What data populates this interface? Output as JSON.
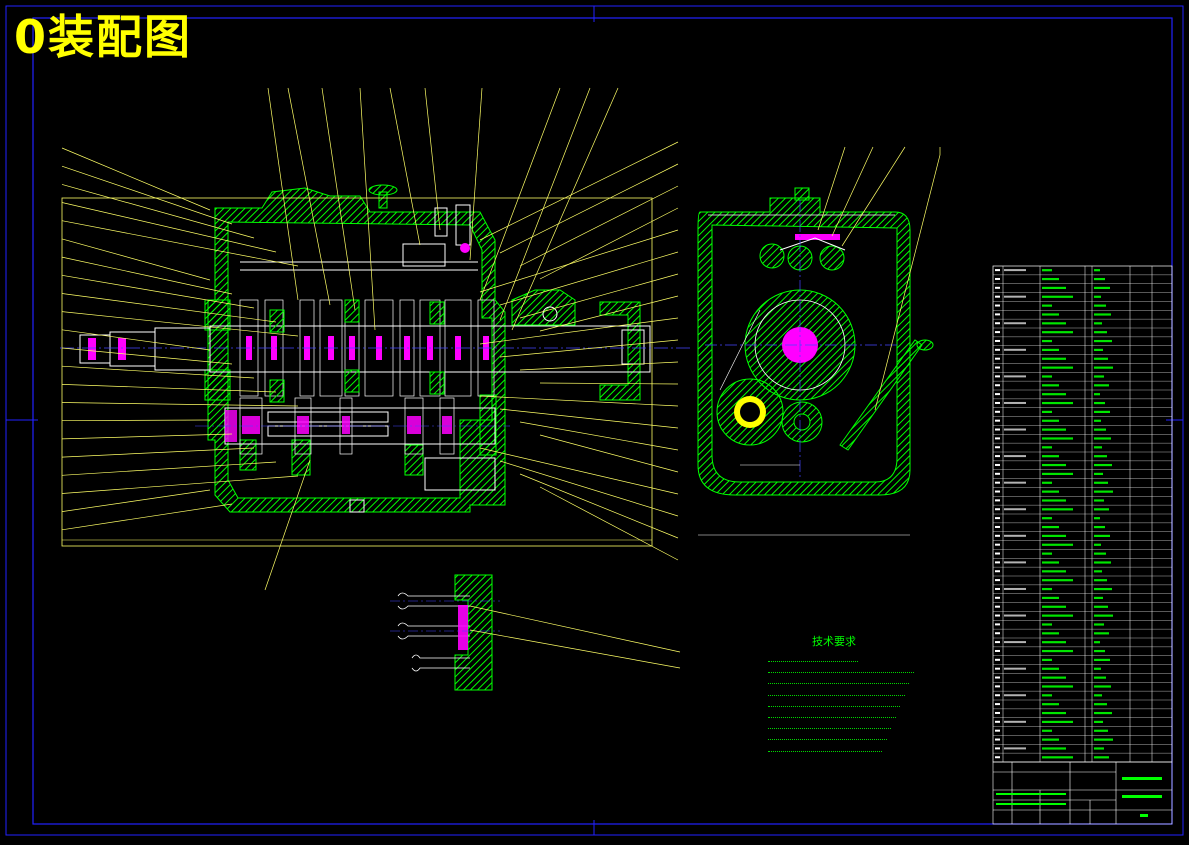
{
  "drawing": {
    "title": "0装配图",
    "technical_requirements_title": "技术要求",
    "technical_requirements_line_count": 9
  },
  "colors": {
    "background": "#000000",
    "frame": "#2222ff",
    "title": "#ffff00",
    "leader": "#ffff66",
    "hatch": "#00ff00",
    "part_fill": "#ff00ff",
    "outline": "#ffffff",
    "center_line": "#4444ff"
  },
  "parts_list": {
    "row_count": 56
  }
}
